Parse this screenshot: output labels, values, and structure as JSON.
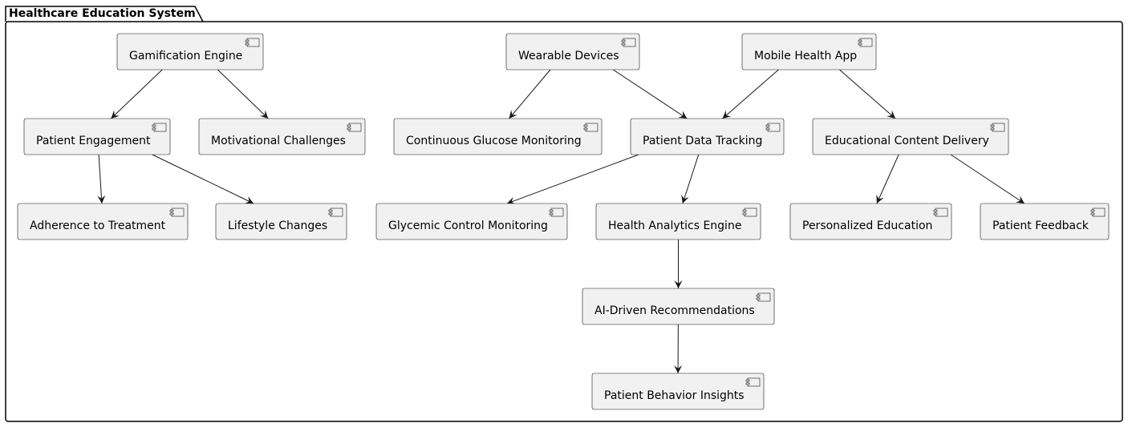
{
  "package": {
    "title": "Healthcare Education System"
  },
  "components": [
    {
      "id": "gamification",
      "label": "Gamification Engine"
    },
    {
      "id": "wearables",
      "label": "Wearable Devices"
    },
    {
      "id": "mobile_app",
      "label": "Mobile Health App"
    },
    {
      "id": "engagement",
      "label": "Patient Engagement"
    },
    {
      "id": "challenges",
      "label": "Motivational Challenges"
    },
    {
      "id": "cgm",
      "label": "Continuous Glucose Monitoring"
    },
    {
      "id": "data_tracking",
      "label": "Patient Data Tracking"
    },
    {
      "id": "content_delivery",
      "label": "Educational Content Delivery"
    },
    {
      "id": "adherence",
      "label": "Adherence to Treatment"
    },
    {
      "id": "lifestyle",
      "label": "Lifestyle Changes"
    },
    {
      "id": "glycemic",
      "label": "Glycemic Control Monitoring"
    },
    {
      "id": "analytics",
      "label": "Health Analytics Engine"
    },
    {
      "id": "personalized",
      "label": "Personalized Education"
    },
    {
      "id": "feedback",
      "label": "Patient Feedback"
    },
    {
      "id": "ai_reco",
      "label": "AI-Driven Recommendations"
    },
    {
      "id": "insights",
      "label": "Patient Behavior Insights"
    }
  ],
  "edges": [
    {
      "from": "gamification",
      "to": "engagement"
    },
    {
      "from": "gamification",
      "to": "challenges"
    },
    {
      "from": "engagement",
      "to": "adherence"
    },
    {
      "from": "engagement",
      "to": "lifestyle"
    },
    {
      "from": "wearables",
      "to": "cgm"
    },
    {
      "from": "wearables",
      "to": "data_tracking"
    },
    {
      "from": "mobile_app",
      "to": "data_tracking"
    },
    {
      "from": "mobile_app",
      "to": "content_delivery"
    },
    {
      "from": "data_tracking",
      "to": "glycemic"
    },
    {
      "from": "data_tracking",
      "to": "analytics"
    },
    {
      "from": "content_delivery",
      "to": "personalized"
    },
    {
      "from": "content_delivery",
      "to": "feedback"
    },
    {
      "from": "analytics",
      "to": "ai_reco"
    },
    {
      "from": "ai_reco",
      "to": "insights"
    }
  ],
  "colors": {
    "node_fill": "#f1f1f1",
    "stroke": "#181818",
    "background": "#ffffff"
  }
}
